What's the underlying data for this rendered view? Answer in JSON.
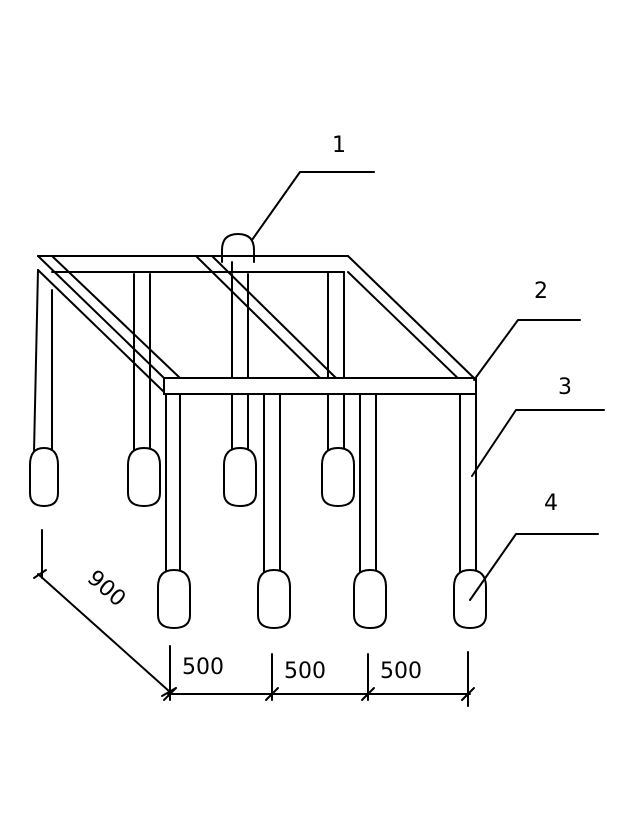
{
  "callouts": [
    {
      "id": "1",
      "text": "1"
    },
    {
      "id": "2",
      "text": "2"
    },
    {
      "id": "3",
      "text": "3"
    },
    {
      "id": "4",
      "text": "4"
    }
  ],
  "dimensions": {
    "depth": "900",
    "spacing": [
      "500",
      "500",
      "500"
    ]
  }
}
